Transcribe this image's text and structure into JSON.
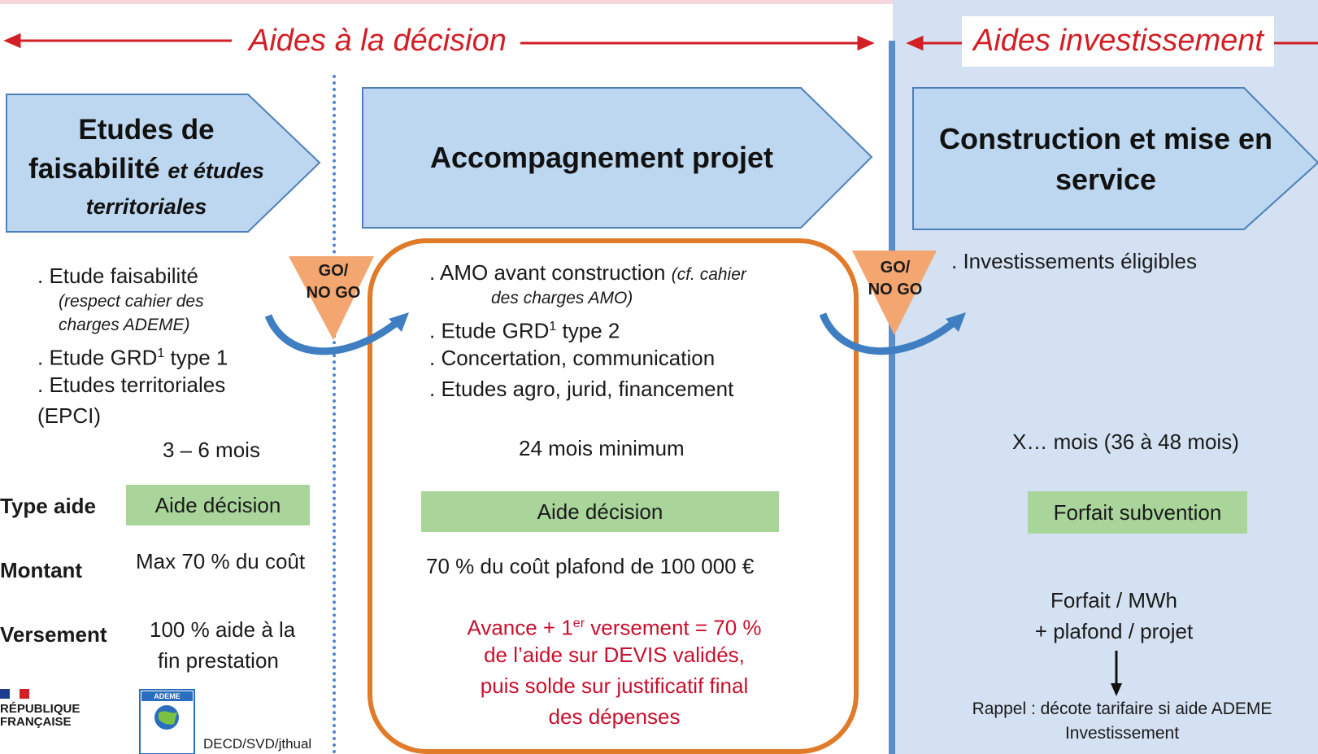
{
  "headers": {
    "left": "Aides à la décision",
    "right": "Aides investissement"
  },
  "arrows": {
    "a1": {
      "line1": "Etudes de",
      "line2_bold": "faisabilité",
      "line2_italic": "et études",
      "line3_italic": "territoriales"
    },
    "a2": {
      "label": "Accompagnement projet"
    },
    "a3": {
      "line1": "Construction et mise en",
      "line2": "service"
    }
  },
  "gonogo": {
    "line1": "GO/",
    "line2": "NO GO"
  },
  "col1": {
    "item1": ". Etude faisabilité",
    "item1_note1": "(respect cahier des",
    "item1_note2": "charges ADEME)",
    "item2_pre": ". Etude GRD",
    "item2_sup": "1",
    "item2_post": " type 1",
    "item3": ". Etudes territoriales",
    "item3_b": "(EPCI)",
    "duration": "3 – 6 mois",
    "type_aide": "Aide décision",
    "montant": "Max 70 % du coût",
    "versement1": "100 % aide à la",
    "versement2": "fin prestation"
  },
  "col2": {
    "item1": ". AMO avant construction",
    "item1_note": "(cf. cahier",
    "item1_note2": "des charges AMO)",
    "item2_pre": ". Etude GRD",
    "item2_sup": "1",
    "item2_post": " type 2",
    "item3": ". Concertation, communication",
    "item4": ". Etudes agro, jurid, financement",
    "duration": "24 mois minimum",
    "type_aide": "Aide décision",
    "montant": "70 % du coût plafond de 100 000 €",
    "versement1_pre": "Avance + 1",
    "versement1_sup": "er",
    "versement1_post": " versement = 70 %",
    "versement2": "de l’aide sur DEVIS validés,",
    "versement3": "puis solde sur justificatif final",
    "versement4": "des dépenses"
  },
  "col3": {
    "item1": ". Investissements éligibles",
    "duration": "X… mois (36 à 48 mois)",
    "type_aide": "Forfait subvention",
    "montant1": "Forfait / MWh",
    "montant2": "+ plafond / projet",
    "rappel1": "Rappel : décote tarifaire si aide ADEME",
    "rappel2": "Investissement"
  },
  "row_labels": {
    "type": "Type aide",
    "montant": "Montant",
    "versement": "Versement"
  },
  "footer": {
    "rf1": "RÉPUBLIQUE",
    "rf2": "FRANÇAISE",
    "ademe": "ADEME",
    "credit": "DECD/SVD/jthual"
  },
  "colors": {
    "arrow_fill": "#bcd7ef",
    "arrow_stroke": "#4f7fb8",
    "header_red": "#d21f25",
    "green_box": "#a9d59b",
    "orange_frame": "#e07b2a",
    "gonogo_fill": "#f3a66f",
    "curved_arrow": "#3f7fc1",
    "right_panel": "#d3e1f2"
  }
}
